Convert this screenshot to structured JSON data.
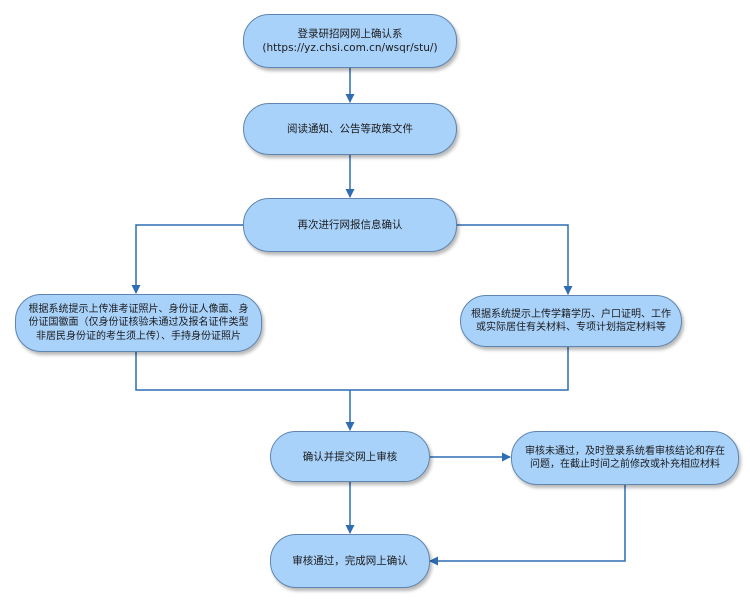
{
  "flowchart": {
    "colors": {
      "box_fill": "#a9d2fb",
      "box_border": "#5f86b0",
      "connector": "#2e6db4"
    },
    "nodes": {
      "login": {
        "lines": [
          "登录研招网网上确认系",
          "(https://yz.chsi.com.cn/wsqr/stu/)"
        ]
      },
      "read_notice": {
        "text": "阅读通知、公告等政策文件"
      },
      "reconfirm": {
        "text": "再次进行网报信息确认"
      },
      "upload_photos": {
        "lines": [
          "根据系统提示上传准考证照片、身份证人像面、身",
          "份证国徽面（仅身份证核验未通过及报名证件类型",
          "非居民身份证的考生须上传）、手持身份证照片"
        ]
      },
      "upload_materials": {
        "lines": [
          "根据系统提示上传学籍学历、户口证明、工作",
          "或实际居住有关材料、专项计划指定材料等"
        ]
      },
      "submit": {
        "text": "确认并提交网上审核"
      },
      "failed": {
        "lines": [
          "审核未通过，及时登录系统看审核结论和存在",
          "问题，在截止时间之前修改或补充相应材料"
        ]
      },
      "passed": {
        "text": "审核通过，完成网上确认"
      }
    }
  }
}
